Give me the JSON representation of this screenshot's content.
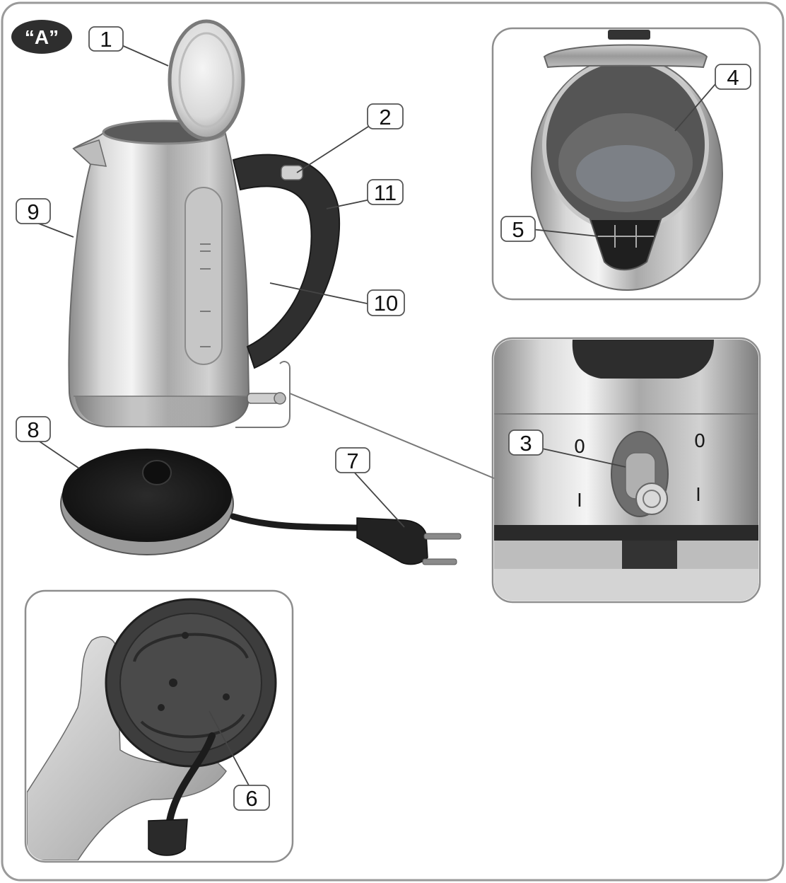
{
  "figure": {
    "badge": "“A”",
    "callouts": {
      "c1": "1",
      "c2": "2",
      "c3": "3",
      "c4": "4",
      "c5": "5",
      "c6": "6",
      "c7": "7",
      "c8": "8",
      "c9": "9",
      "c10": "10",
      "c11": "11"
    },
    "switch_marks": {
      "off_left": "0",
      "off_right": "0",
      "on_left": "I",
      "on_right": "I"
    }
  }
}
